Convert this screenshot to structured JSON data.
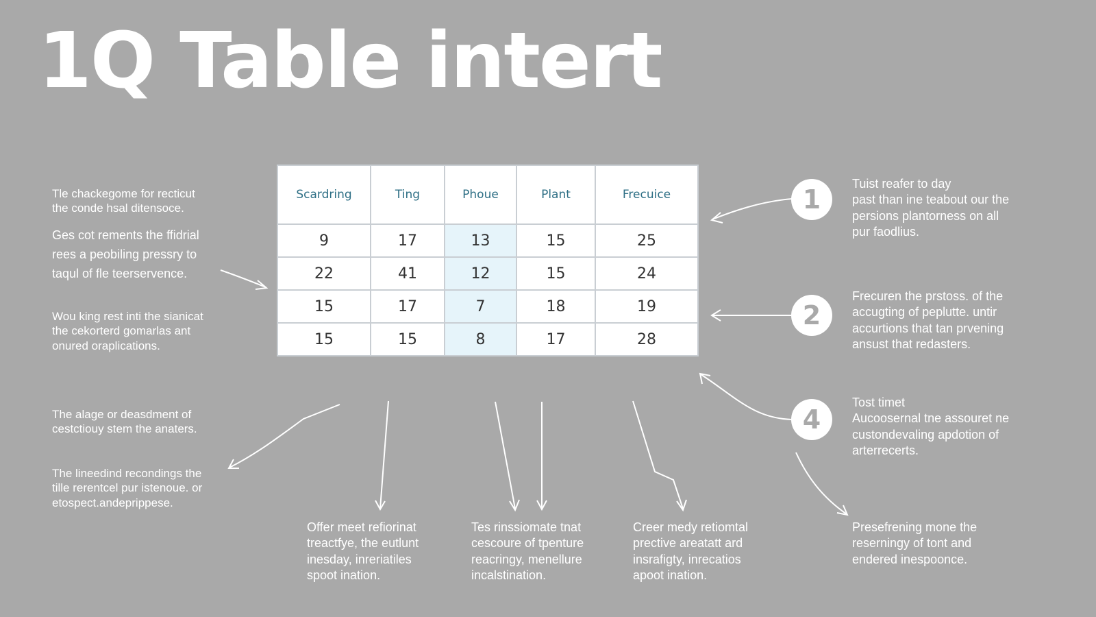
{
  "title": "1Q Table intert",
  "table": {
    "headers": [
      "Scardring",
      "Ting",
      "Phoue",
      "Plant",
      "Frecuice"
    ],
    "rows": [
      [
        "9",
        "17",
        "13",
        "15",
        "25"
      ],
      [
        "22",
        "41",
        "12",
        "15",
        "24"
      ],
      [
        "15",
        "17",
        "7",
        "18",
        "19"
      ],
      [
        "15",
        "15",
        "8",
        "17",
        "28"
      ]
    ],
    "highlight_color": "#e6f4fa",
    "header_text_color": "#2e6f85"
  },
  "left_notes": {
    "n1": [
      "Tle chackegome for recticut",
      "the conde hsal ditensoce."
    ],
    "n2": [
      "Ges cot rements the ffidrial",
      "rees a peobiling pressry to",
      "taqul of fle teerservence."
    ],
    "n3": [
      "Wou king rest inti the sianicat",
      "the cekorterd gomarlas ant",
      "onured oraplications."
    ],
    "n4": [
      "The alage or deasdment of",
      "cestctiouy stem the anaters."
    ],
    "n5": [
      "The lineedind recondings the",
      "tille rerentcel pur istenoue. or",
      "etospect.andeprippese."
    ]
  },
  "right_notes": {
    "n1": [
      "Tuist reafer to day",
      "past than ine teabout our the",
      "persions plantorness on all",
      "pur faodlius."
    ],
    "n2": [
      "Frecuren the prstoss. of the",
      "accugting of peplutte. untir",
      "accurtions that tan prvening",
      "ansust that redasters."
    ],
    "n3": [
      "Tost timet",
      "Aucoosernal tne assouret ne",
      "custondevaling apdotion of",
      "arterrecerts."
    ],
    "n4": [
      "Presefrening mone the",
      "reserningy of tont and",
      "endered inespoonce."
    ]
  },
  "bottom_notes": {
    "n1": [
      "Offer meet refiorinat",
      "treactfye, the eutlunt",
      "inesday, inreriatiles",
      "spoot ination."
    ],
    "n2": [
      "Tes rinssiomate tnat",
      "cescoure of tpenture",
      "reacringy, menellure",
      "incalstination."
    ],
    "n3": [
      "Creer medy retiomtal",
      "prective areatatt ard",
      "insrafigty, inrecatios",
      "apoot ination."
    ]
  },
  "badges": [
    "1",
    "2",
    "4"
  ],
  "colors": {
    "background": "#a9a9a9",
    "text": "#ffffff",
    "table_bg": "#ffffff"
  }
}
